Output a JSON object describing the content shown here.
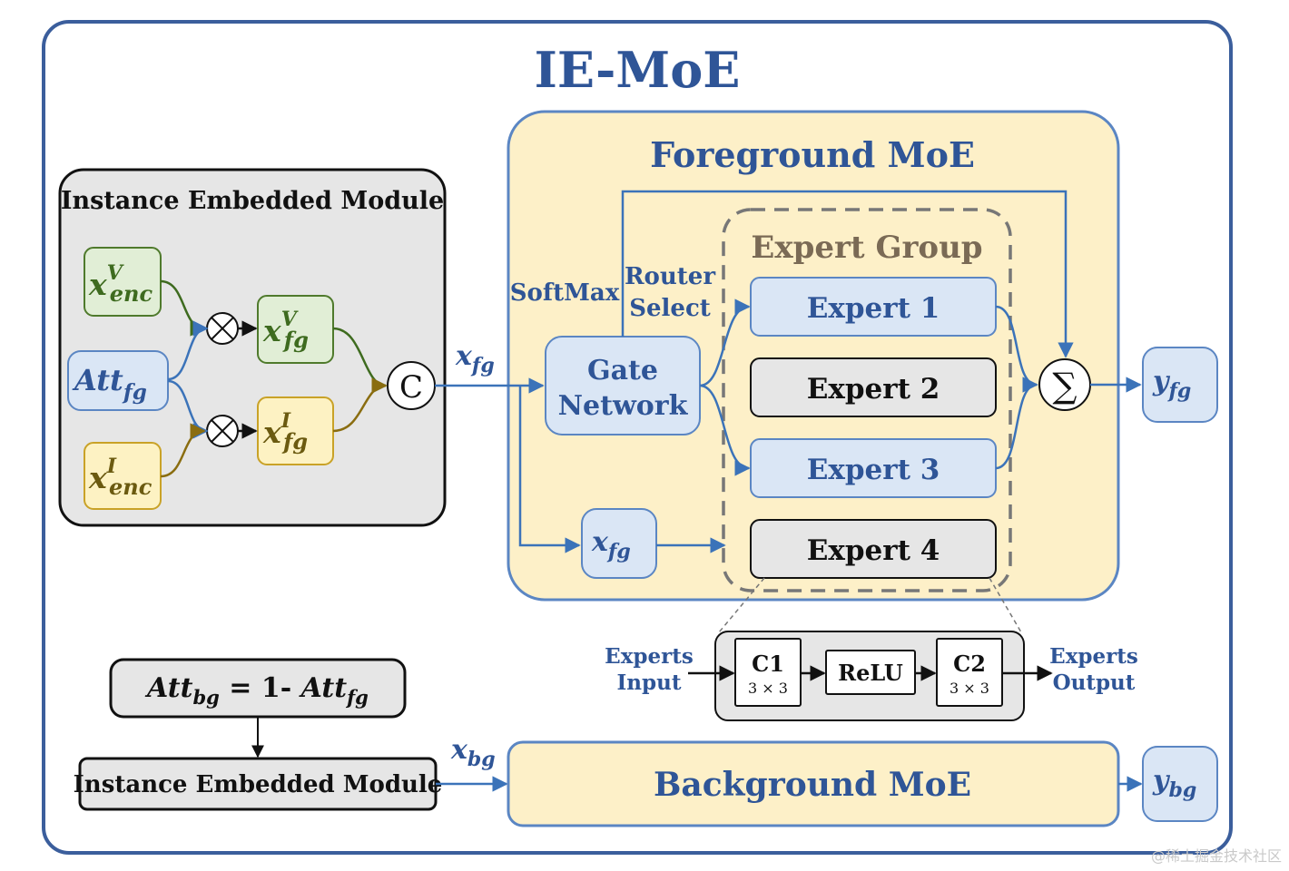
{
  "title": "IE-MoE",
  "left_module": {
    "title": "Instance Embedded Module",
    "x_enc_v": {
      "base": "x",
      "sup": "V",
      "sub": "enc"
    },
    "att_fg": {
      "base": "Att",
      "sub": "fg"
    },
    "x_enc_i": {
      "base": "x",
      "sup": "I",
      "sub": "enc"
    },
    "x_fg_v": {
      "base": "x",
      "sup": "V",
      "sub": "fg"
    },
    "x_fg_i": {
      "base": "x",
      "sup": "I",
      "sub": "fg"
    },
    "multiply_symbol": "⊗",
    "concat_symbol": "C"
  },
  "x_fg_label": {
    "base": "x",
    "sub": "fg"
  },
  "foreground": {
    "title": "Foreground MoE",
    "softmax_label": "SoftMax",
    "router_label_line1": "Router",
    "router_label_line2": "Select",
    "gate_line1": "Gate",
    "gate_line2": "Network",
    "expert_group_label": "Expert Group",
    "experts": [
      {
        "label": "Expert 1",
        "state": "selected"
      },
      {
        "label": "Expert 2",
        "state": "idle"
      },
      {
        "label": "Expert 3",
        "state": "selected"
      },
      {
        "label": "Expert 4",
        "state": "idle"
      }
    ],
    "x_fg_inner": {
      "base": "x",
      "sub": "fg"
    },
    "sum_symbol": "∑"
  },
  "y_fg": {
    "base": "y",
    "sub": "fg"
  },
  "expert_detail": {
    "input_line1": "Experts",
    "input_line2": "Input",
    "output_line1": "Experts",
    "output_line2": "Output",
    "c1_label": "C1",
    "c1_kernel": "3 × 3",
    "relu_label": "ReLU",
    "c2_label": "C2",
    "c2_kernel": "3 × 3"
  },
  "att_bg_formula": {
    "lhs_base": "Att",
    "lhs_sub": "bg",
    "middle": " = 1- ",
    "rhs_base": "Att",
    "rhs_sub": "fg"
  },
  "bottom_module": {
    "title": "Instance Embedded Module"
  },
  "x_bg_label": {
    "base": "x",
    "sub": "bg"
  },
  "background": {
    "title": "Background MoE"
  },
  "y_bg": {
    "base": "y",
    "sub": "bg"
  },
  "watermark": "@稀土掘金技术社区",
  "colors": {
    "frame_blue": "#3b5e9c",
    "title_blue": "#2f5597",
    "light_blue_fill": "#dae6f5",
    "light_blue_stroke": "#5b86c3",
    "yellow_fill": "#fdf0c8",
    "gray_fill": "#e6e6e6",
    "green_fill": "#e1eed6",
    "green_stroke": "#4f7a2c",
    "green_text": "#3e6b1f",
    "olive_fill": "#fdf2c3",
    "olive_stroke": "#c9a227",
    "olive_text": "#6b5a10",
    "expert_group_text": "#7a6a55",
    "dash_gray": "#777777"
  }
}
